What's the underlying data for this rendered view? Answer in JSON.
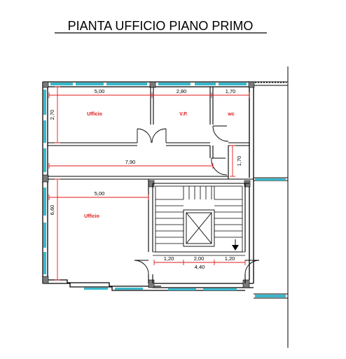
{
  "title": "PIANTA UFFICIO PIANO PRIMO",
  "colors": {
    "wall": "#000000",
    "column": "#7a7a7a",
    "window": "#38b8cc",
    "dimension_line": "#e31a1a",
    "room_label": "#e31a1a",
    "dimension_text": "#000000"
  },
  "dimensions": {
    "office_top_width": "5,00",
    "vp_width": "2,80",
    "wc_width": "1,70",
    "upper_room_height": "2,70",
    "corridor_width": "7,90",
    "corridor_height": "1,70",
    "office_bottom_width": "5,00",
    "office_bottom_height": "6,60",
    "stair_left": "1,20",
    "stair_center": "2,00",
    "stair_right": "1,20",
    "stair_total": "4,40"
  },
  "rooms": {
    "office_top": "Ufficio",
    "vp": "V.P.",
    "wc": "wc",
    "office_bottom": "Ufficio"
  },
  "icons": {
    "elevator": "elevator-cross-icon",
    "stair_arrow": "stair-down-arrow-icon"
  }
}
